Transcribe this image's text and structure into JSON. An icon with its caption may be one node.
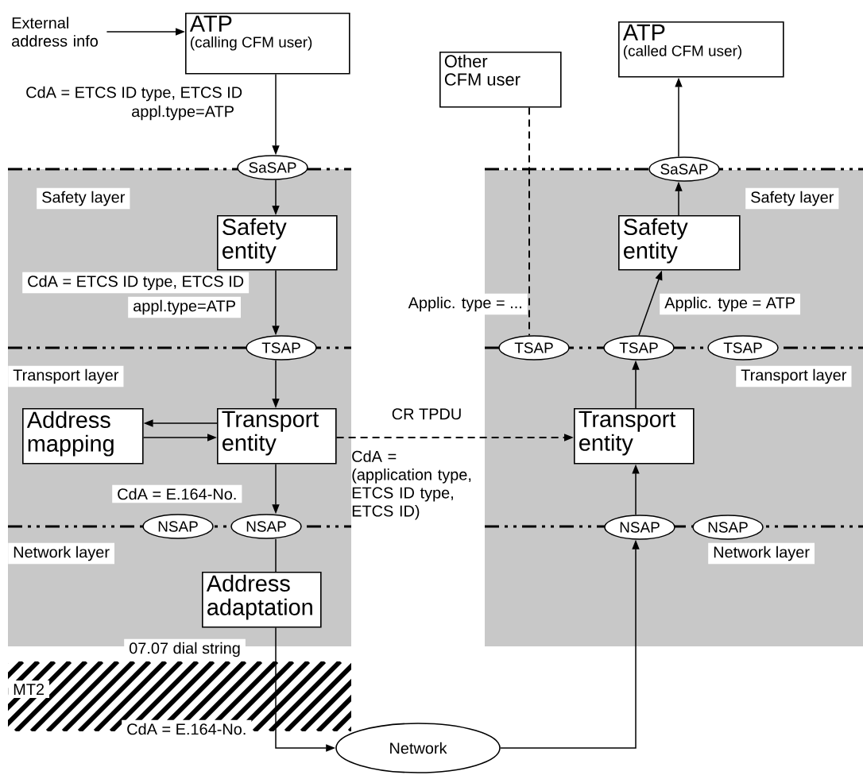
{
  "diagram": {
    "nodes": [
      {
        "text": [
          "ATP",
          "(calling CFM user)"
        ]
      },
      {
        "text": [
          "External address info"
        ]
      },
      {
        "text": [
          "Other CFM user"
        ]
      },
      {
        "text": [
          "ATP",
          "(called CFM user)"
        ]
      },
      {
        "text": [
          "SaSAP"
        ]
      },
      {
        "text": [
          "Safety entity"
        ]
      },
      {
        "text": [
          "TSAP"
        ]
      },
      {
        "text": [
          "Address mapping"
        ]
      },
      {
        "text": [
          "Transport entity"
        ]
      },
      {
        "text": [
          "NSAP"
        ]
      },
      {
        "text": [
          "NSAP"
        ]
      },
      {
        "text": [
          "Address adaptation"
        ]
      },
      {
        "text": [
          "Network"
        ]
      },
      {
        "text": [
          "TSAP"
        ]
      },
      {
        "text": [
          "TSAP"
        ]
      },
      {
        "text": [
          "TSAP"
        ]
      },
      {
        "text": [
          "SaSAP"
        ]
      },
      {
        "text": [
          "Safety entity"
        ]
      },
      {
        "text": [
          "Transport entity"
        ]
      },
      {
        "text": [
          "NSAP"
        ]
      },
      {
        "text": [
          "NSAP"
        ]
      }
    ],
    "edges": [
      {
        "from": 1,
        "to": 0,
        "arrow": "to"
      },
      {
        "from": 0,
        "to": 4,
        "arrow": "to"
      },
      {
        "from": 4,
        "to": 5,
        "arrow": "to"
      },
      {
        "from": 5,
        "to": 6,
        "arrow": "to"
      },
      {
        "from": 6,
        "to": 8,
        "arrow": "to"
      },
      {
        "from": 8,
        "to": 7,
        "arrow": "to"
      },
      {
        "from": 7,
        "to": 8,
        "arrow": "to"
      },
      {
        "from": 8,
        "to": 10,
        "arrow": "to"
      },
      {
        "from": 10,
        "to": 11,
        "arrow": "none"
      },
      {
        "from": 11,
        "to": 12,
        "arrow": "to"
      },
      {
        "from": 12,
        "to": 19,
        "arrow": "to"
      },
      {
        "from": 19,
        "to": 18,
        "arrow": "to"
      },
      {
        "from": 18,
        "to": 14,
        "arrow": "to"
      },
      {
        "from": 14,
        "to": 17,
        "arrow": "to"
      },
      {
        "from": 17,
        "to": 16,
        "arrow": "to"
      },
      {
        "from": 16,
        "to": 3,
        "arrow": "to"
      },
      {
        "from": 2,
        "to": 13,
        "arrow": "none",
        "style": "dashed"
      },
      {
        "from": 8,
        "to": 18,
        "arrow": "to",
        "style": "dashed",
        "label": "CR TPDU"
      }
    ],
    "labels": [
      "CdA = ETCS ID type, ETCS ID",
      "appl.type=ATP",
      "Safety layer",
      "Safety layer",
      "CdA = ETCS ID type, ETCS ID",
      "appl.type=ATP",
      "Applic. type = ...",
      "Applic. type = ATP",
      "Transport layer",
      "Transport layer",
      "CdA = (application type, ETCS ID type, ETCS ID)",
      "CdA = E.164-No.",
      "Network layer",
      "Network layer",
      "07.07 dial string",
      "MT2",
      "CdA = E.164-No."
    ]
  }
}
